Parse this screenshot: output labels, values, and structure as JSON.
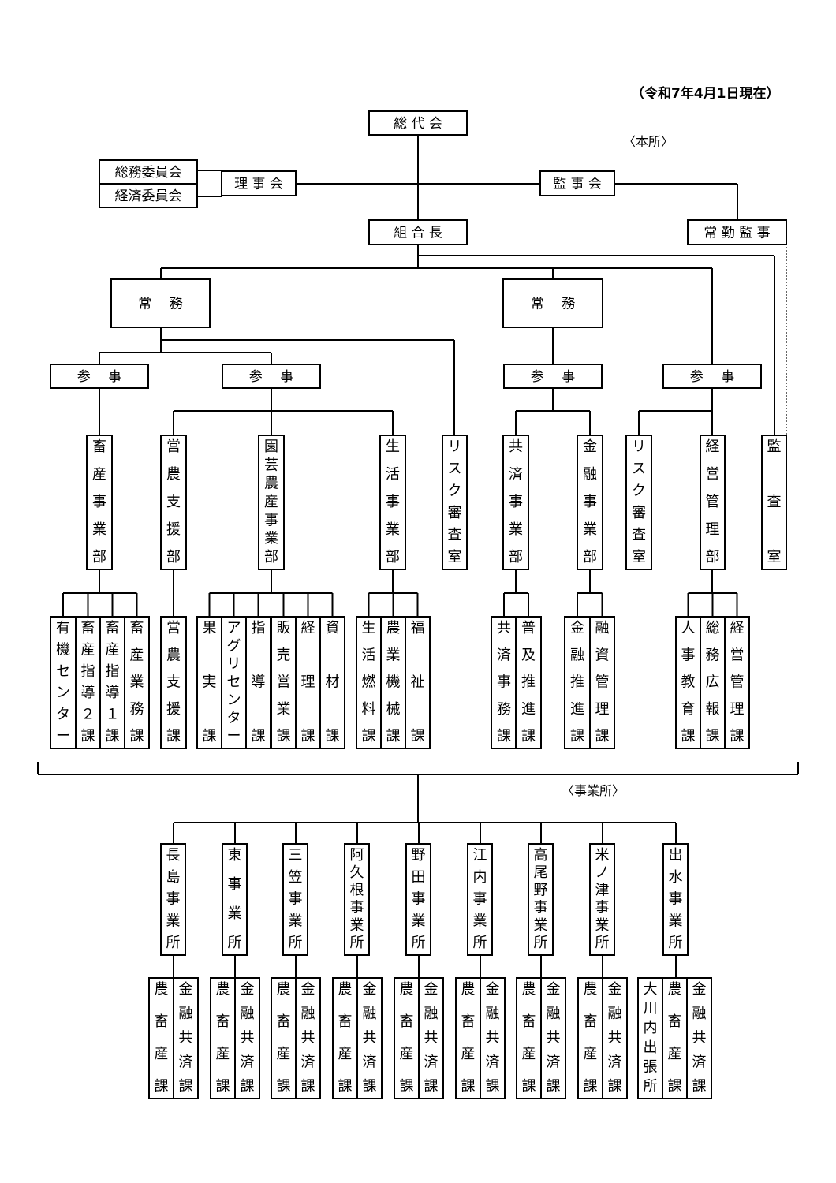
{
  "date_note": "（令和7年4月1日現在）",
  "section_labels": {
    "honsho": "〈本所〉",
    "jigyosho": "〈事業所〉"
  },
  "top": {
    "soudaikai": "総 代 会",
    "rijikai": "理 事 会",
    "kanjikai": "監 事 会",
    "kumiaicho": "組 合 長",
    "joukin_kanji": "常 勤 監 事",
    "somu_iinkai": "総務委員会",
    "keizai_iinkai": "経済委員会"
  },
  "executives": {
    "jomu_left": "常　 務",
    "jomu_right": "常　 務"
  },
  "sanji": [
    "参　 事",
    "参　 事",
    "参　 事",
    "参　 事"
  ],
  "departments": [
    "畜産事業部",
    "営農支援部",
    "園芸農産事業部",
    "生活事業部",
    "リスク審査室",
    "共済事業部",
    "金融事業部",
    "リスク審査室",
    "経営管理部",
    "監査室"
  ],
  "sections": [
    "有機センター",
    "畜産指導２課",
    "畜産指導１課",
    "畜産業務課",
    "営農支援課",
    "果実課",
    "アグリセンター",
    "指導課",
    "販売営業課",
    "経理課",
    "資材課",
    "生活燃料課",
    "農業機械課",
    "福祉課",
    "共済事務課",
    "普及推進課",
    "金融推進課",
    "融資管理課",
    "人事教育課",
    "総務広報課",
    "経営管理課"
  ],
  "offices": [
    {
      "name": "長島事業所",
      "sections": [
        "農畜産課",
        "金融共済課"
      ]
    },
    {
      "name": "東事業所",
      "sections": [
        "農畜産課",
        "金融共済課"
      ]
    },
    {
      "name": "三笠事業所",
      "sections": [
        "農畜産課",
        "金融共済課"
      ]
    },
    {
      "name": "阿久根事業所",
      "sections": [
        "農畜産課",
        "金融共済課"
      ]
    },
    {
      "name": "野田事業所",
      "sections": [
        "農畜産課",
        "金融共済課"
      ]
    },
    {
      "name": "江内事業所",
      "sections": [
        "農畜産課",
        "金融共済課"
      ]
    },
    {
      "name": "高尾野事業所",
      "sections": [
        "農畜産課",
        "金融共済課"
      ]
    },
    {
      "name": "米ノ津事業所",
      "sections": [
        "農畜産課",
        "金融共済課"
      ]
    },
    {
      "name": "出水事業所",
      "sections": [
        "大川内出張所",
        "農畜産課",
        "金融共済課"
      ]
    }
  ]
}
